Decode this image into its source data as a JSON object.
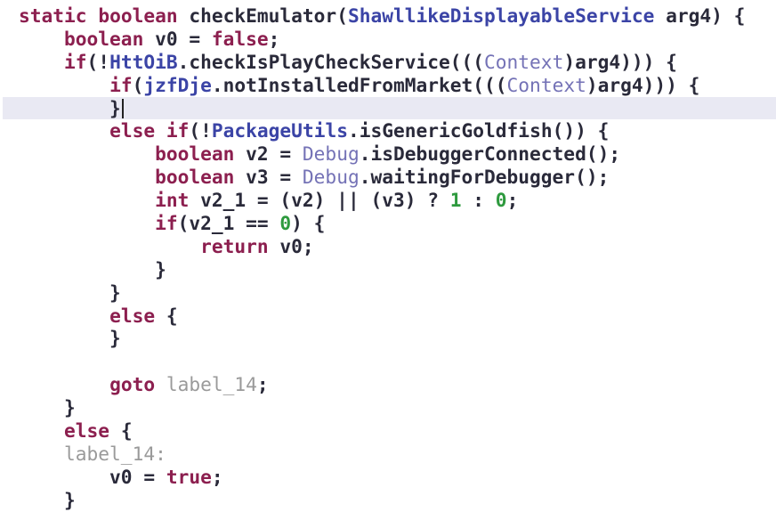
{
  "editor": {
    "language": "java",
    "current_line_index": 4,
    "colors": {
      "keyword": "#8c1f4f",
      "class_name": "#3b44a6",
      "type_reference": "#7472b6",
      "number": "#2e9a3e",
      "label": "#9a9a9a",
      "plain": "#2a2a3a",
      "current_line_bg": "#e9e9f3"
    },
    "lines": [
      [
        {
          "t": "static",
          "c": "kw"
        },
        {
          "t": " "
        },
        {
          "t": "boolean",
          "c": "kw"
        },
        {
          "t": " checkEmulator("
        },
        {
          "t": "ShawllikeDisplayableService",
          "c": "cls"
        },
        {
          "t": " arg4) {"
        }
      ],
      [
        {
          "t": "    "
        },
        {
          "t": "boolean",
          "c": "kw"
        },
        {
          "t": " v0 = "
        },
        {
          "t": "false",
          "c": "kw"
        },
        {
          "t": ";"
        }
      ],
      [
        {
          "t": "    "
        },
        {
          "t": "if",
          "c": "kw"
        },
        {
          "t": "(!"
        },
        {
          "t": "HttOiB",
          "c": "cls"
        },
        {
          "t": ".checkIsPlayCheckService((("
        },
        {
          "t": "Context",
          "c": "type-ref"
        },
        {
          "t": ")arg4))) {"
        }
      ],
      [
        {
          "t": "        "
        },
        {
          "t": "if",
          "c": "kw"
        },
        {
          "t": "("
        },
        {
          "t": "jzfDje",
          "c": "cls"
        },
        {
          "t": ".notInstalledFromMarket((("
        },
        {
          "t": "Context",
          "c": "type-ref"
        },
        {
          "t": ")arg4))) {"
        }
      ],
      [
        {
          "t": "        }"
        }
      ],
      [
        {
          "t": "        "
        },
        {
          "t": "else",
          "c": "kw"
        },
        {
          "t": " "
        },
        {
          "t": "if",
          "c": "kw"
        },
        {
          "t": "(!"
        },
        {
          "t": "PackageUtils",
          "c": "cls"
        },
        {
          "t": ".isGenericGoldfish()) {"
        }
      ],
      [
        {
          "t": "            "
        },
        {
          "t": "boolean",
          "c": "kw"
        },
        {
          "t": " v2 = "
        },
        {
          "t": "Debug",
          "c": "type-ref"
        },
        {
          "t": ".isDebuggerConnected();"
        }
      ],
      [
        {
          "t": "            "
        },
        {
          "t": "boolean",
          "c": "kw"
        },
        {
          "t": " v3 = "
        },
        {
          "t": "Debug",
          "c": "type-ref"
        },
        {
          "t": ".waitingForDebugger();"
        }
      ],
      [
        {
          "t": "            "
        },
        {
          "t": "int",
          "c": "kw"
        },
        {
          "t": " v2_1 = (v2) || (v3) ? "
        },
        {
          "t": "1",
          "c": "num"
        },
        {
          "t": " : "
        },
        {
          "t": "0",
          "c": "num"
        },
        {
          "t": ";"
        }
      ],
      [
        {
          "t": "            "
        },
        {
          "t": "if",
          "c": "kw"
        },
        {
          "t": "(v2_1 == "
        },
        {
          "t": "0",
          "c": "num"
        },
        {
          "t": ") {"
        }
      ],
      [
        {
          "t": "                "
        },
        {
          "t": "return",
          "c": "kw"
        },
        {
          "t": " v0;"
        }
      ],
      [
        {
          "t": "            }"
        }
      ],
      [
        {
          "t": "        }"
        }
      ],
      [
        {
          "t": "        "
        },
        {
          "t": "else",
          "c": "kw"
        },
        {
          "t": " {"
        }
      ],
      [
        {
          "t": "        }"
        }
      ],
      [
        {
          "t": ""
        }
      ],
      [
        {
          "t": "        "
        },
        {
          "t": "goto",
          "c": "kw"
        },
        {
          "t": " "
        },
        {
          "t": "label_14",
          "c": "label"
        },
        {
          "t": ";"
        }
      ],
      [
        {
          "t": "    }"
        }
      ],
      [
        {
          "t": "    "
        },
        {
          "t": "else",
          "c": "kw"
        },
        {
          "t": " {"
        }
      ],
      [
        {
          "t": "    "
        },
        {
          "t": "label_14:",
          "c": "label"
        }
      ],
      [
        {
          "t": "        v0 = "
        },
        {
          "t": "true",
          "c": "kw"
        },
        {
          "t": ";"
        }
      ],
      [
        {
          "t": "    }"
        }
      ]
    ]
  }
}
